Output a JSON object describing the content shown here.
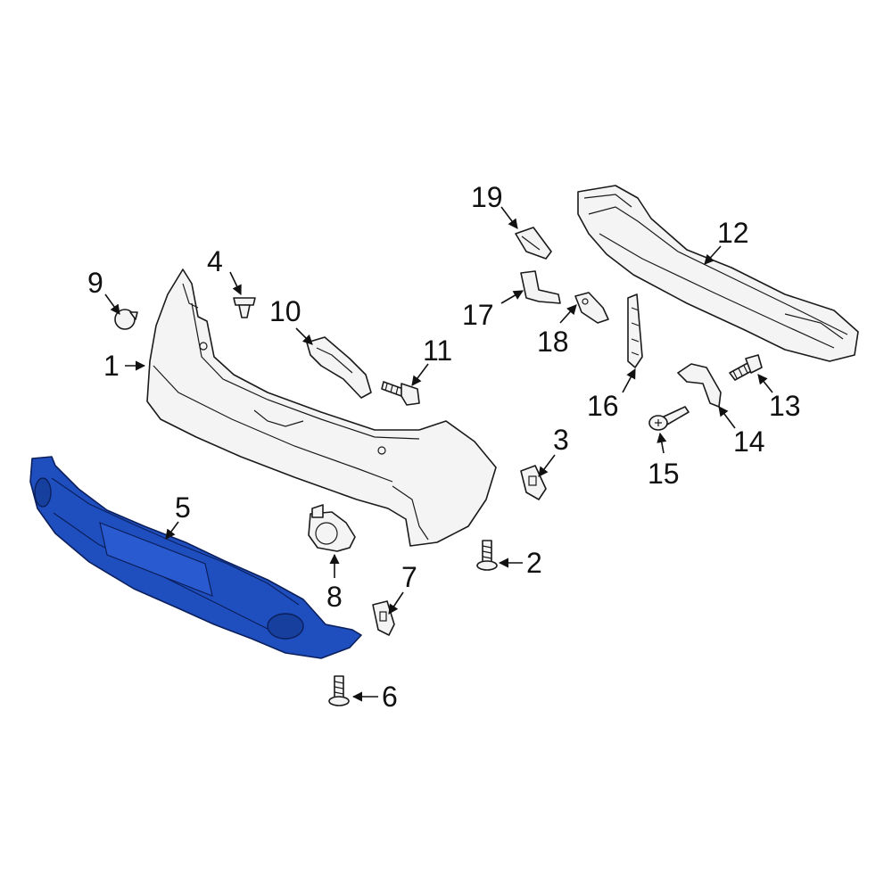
{
  "colors": {
    "highlight": "#1f4fbf",
    "outline": "#1a1a1a",
    "background": "#ffffff"
  },
  "callouts": [
    {
      "id": "c1",
      "text": "1"
    },
    {
      "id": "c2",
      "text": "2"
    },
    {
      "id": "c3",
      "text": "3"
    },
    {
      "id": "c4",
      "text": "4"
    },
    {
      "id": "c5",
      "text": "5"
    },
    {
      "id": "c6",
      "text": "6"
    },
    {
      "id": "c7",
      "text": "7"
    },
    {
      "id": "c8",
      "text": "8"
    },
    {
      "id": "c9",
      "text": "9"
    },
    {
      "id": "c10",
      "text": "10"
    },
    {
      "id": "c11",
      "text": "11"
    },
    {
      "id": "c12",
      "text": "12"
    },
    {
      "id": "c13",
      "text": "13"
    },
    {
      "id": "c14",
      "text": "14"
    },
    {
      "id": "c15",
      "text": "15"
    },
    {
      "id": "c16",
      "text": "16"
    },
    {
      "id": "c17",
      "text": "17"
    },
    {
      "id": "c18",
      "text": "18"
    },
    {
      "id": "c19",
      "text": "19"
    }
  ]
}
